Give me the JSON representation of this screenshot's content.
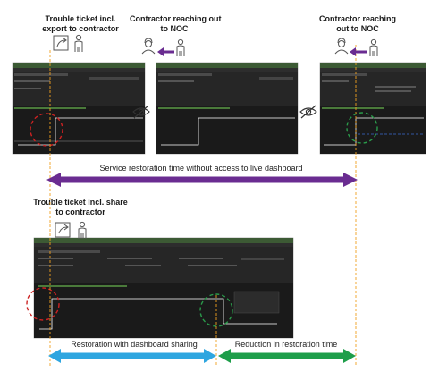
{
  "top_titles": {
    "ticket_export": [
      "Trouble ticket incl.",
      "export to contractor"
    ],
    "contractor_1": [
      "Contractor reaching out",
      "to NOC"
    ],
    "contractor_2": [
      "Contractor reaching",
      "out to NOC"
    ]
  },
  "bottom_title": [
    "Trouble ticket incl. share",
    "to  contractor"
  ],
  "arrows": {
    "service_restoration": "Service restoration time without access to live dashboard",
    "dashboard_sharing": "Restoration with dashboard sharing",
    "reduction": "Reduction in restoration time"
  },
  "colors": {
    "purple": "#6a2c91",
    "blue": "#2ea6e0",
    "green": "#1e9e4a",
    "orange_guide": "#f0a020",
    "dashboard_green": "#3c5a34",
    "red_circle": "#cc2222",
    "green_circle": "#2a9a4a"
  },
  "icons": [
    "share-icon",
    "person-icon",
    "headset-person-icon",
    "hidden-eye-icon",
    "arrow-left-icon"
  ]
}
